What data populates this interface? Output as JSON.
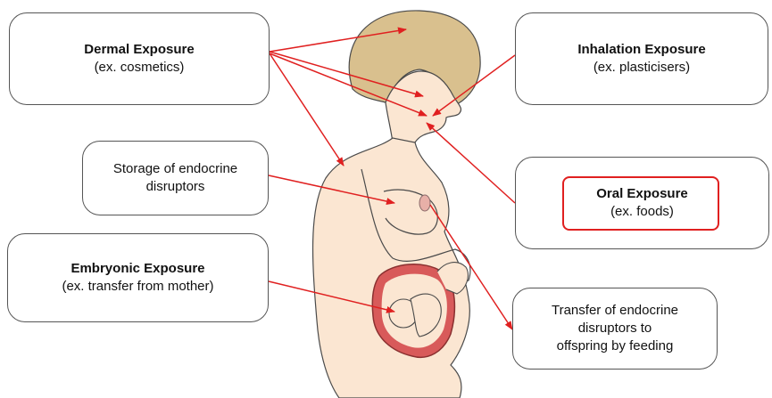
{
  "boxes": {
    "dermal": {
      "title": "Dermal Exposure",
      "sub": "(ex. cosmetics)"
    },
    "inhalation": {
      "title": "Inhalation Exposure",
      "sub": "(ex. plasticisers)"
    },
    "storage": {
      "line1": "Storage of endocrine",
      "line2": "disruptors"
    },
    "oral": {
      "title": "Oral Exposure",
      "sub": "(ex. foods)"
    },
    "embryonic": {
      "title": "Embryonic Exposure",
      "sub": "(ex. transfer from mother)"
    },
    "transfer": {
      "line1": "Transfer of endocrine",
      "line2": "disruptors to",
      "line3": "offspring by feeding"
    }
  },
  "colors": {
    "arrow": "#e02020",
    "skin": "#fbe6d2",
    "hair": "#d9c08e",
    "outline": "#4a4a4a",
    "womb": "#d85a5a"
  }
}
